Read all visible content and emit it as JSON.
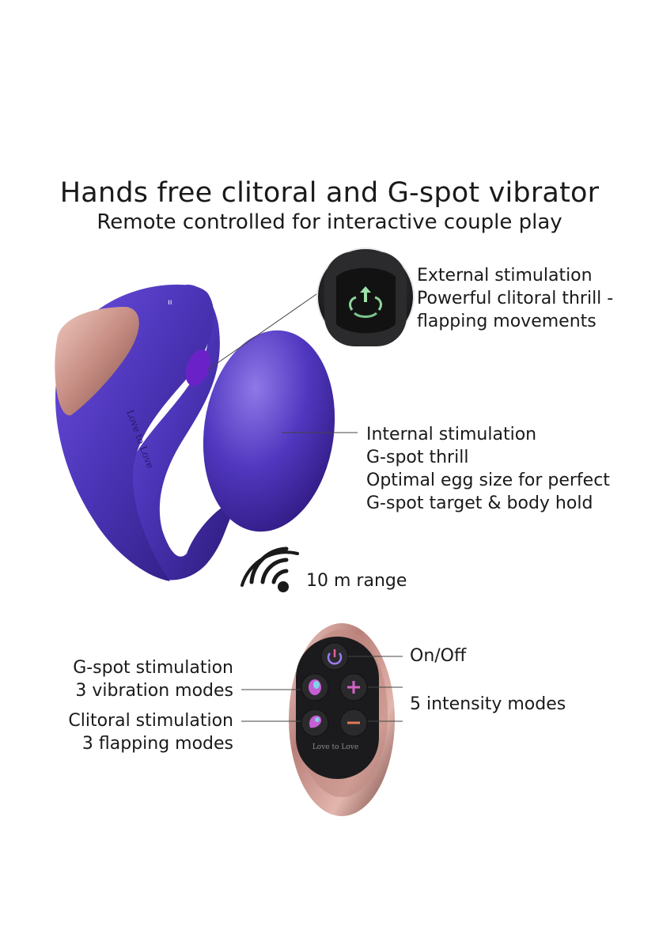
{
  "header": {
    "title": "Hands free clitoral and G-spot vibrator",
    "subtitle": "Remote controlled for interactive couple play"
  },
  "callouts": {
    "external": [
      "External stimulation",
      "Powerful clitoral thrill -",
      "flapping movements"
    ],
    "internal": [
      "Internal stimulation",
      "G-spot thrill",
      "Optimal egg size for perfect",
      "G-spot target & body hold"
    ],
    "range": "10 m range",
    "remote_right": {
      "power": "On/Off",
      "intensity": "5 intensity modes"
    },
    "remote_left": {
      "gspot": [
        "G-spot stimulation",
        "3 vibration modes"
      ],
      "clitoral": [
        "Clitoral stimulation",
        "3 flapping modes"
      ]
    }
  },
  "product": {
    "brand_embossed": "Love to Love",
    "remote_brand": "Love to Love",
    "colors": {
      "device_deep": "#3a1f8f",
      "device_mid": "#5a3ad0",
      "device_highlight": "#8f78e8",
      "rose_gold": "#c88f86",
      "remote_panel": "#1b1b1d",
      "button_fill": "#2a2a2d"
    }
  }
}
